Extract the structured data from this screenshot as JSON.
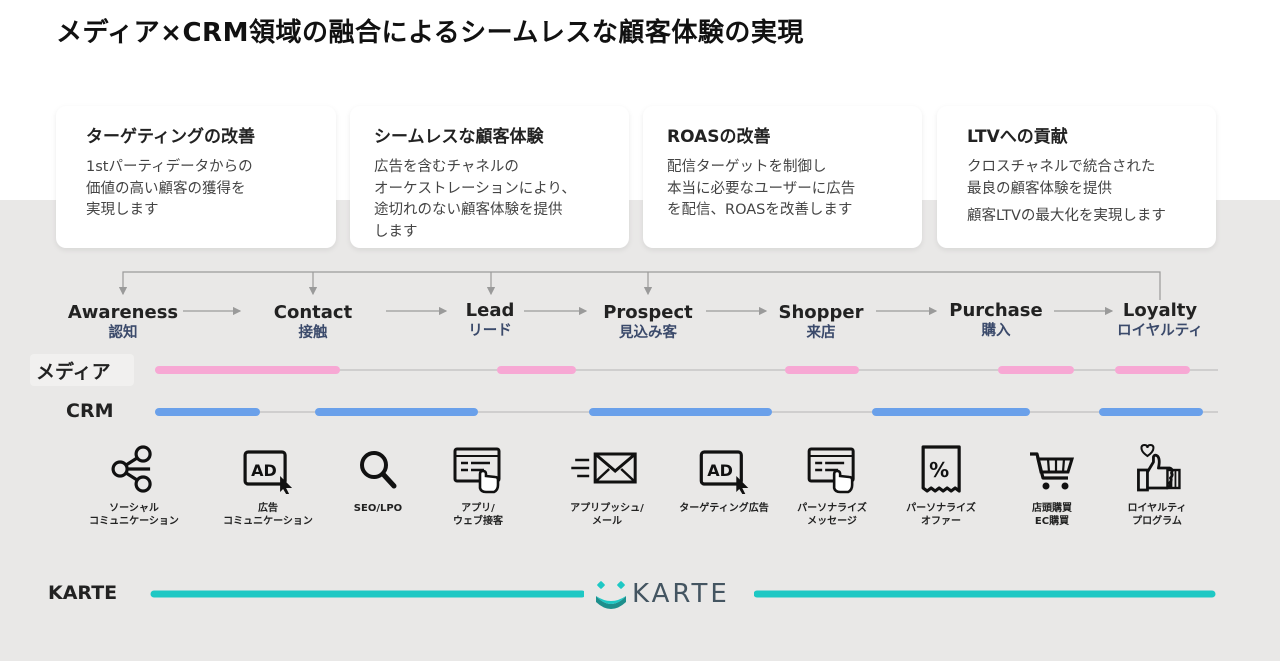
{
  "title": "メディア×CRM領域の融合によるシームレスな顧客体験の実現",
  "cards": [
    {
      "title": "ターゲティングの改善",
      "body": "1stパーティデータからの\n価値の高い顧客の獲得を\n実現します",
      "extra": ""
    },
    {
      "title": "シームレスな顧客体験",
      "body": "広告を含むチャネルの\nオーケストレーションにより、\n途切れのない顧客体験を提供\nします",
      "extra": ""
    },
    {
      "title": "ROASの改善",
      "body": "配信ターゲットを制御し\n本当に必要なユーザーに広告\nを配信、ROASを改善します",
      "extra": ""
    },
    {
      "title": "LTVへの貢献",
      "body": "クロスチャネルで統合された\n最良の顧客体験を提供",
      "extra": "顧客LTVの最大化を実現します"
    }
  ],
  "stages": [
    {
      "en": "Awareness",
      "ja": "認知"
    },
    {
      "en": "Contact",
      "ja": "接触"
    },
    {
      "en": "Lead",
      "ja": "リード"
    },
    {
      "en": "Prospect",
      "ja": "見込み客"
    },
    {
      "en": "Shopper",
      "ja": "来店"
    },
    {
      "en": "Purchase",
      "ja": "購入"
    },
    {
      "en": "Loyalty",
      "ja": "ロイヤルティ"
    }
  ],
  "rows": {
    "media": "メディア",
    "crm": "CRM",
    "karte": "KARTE"
  },
  "colors": {
    "media": "#f7a8d4",
    "crm": "#6aa0ea",
    "karte": "#1ec8c4",
    "arrow": "#9a9a9a"
  },
  "tools": [
    {
      "icon": "share-nodes-icon",
      "label": "ソーシャル\nコミュニケーション"
    },
    {
      "icon": "ad-cursor-icon",
      "label": "広告\nコミュニケーション"
    },
    {
      "icon": "magnifier-icon",
      "label": "SEO/LPO"
    },
    {
      "icon": "app-tap-icon",
      "label": "アプリ/\nウェブ接客"
    },
    {
      "icon": "fast-mail-icon",
      "label": "アプリプッシュ/\nメール"
    },
    {
      "icon": "ad-cursor-icon",
      "label": "ターゲティング広告"
    },
    {
      "icon": "message-tap-icon",
      "label": "パーソナライズ\nメッセージ"
    },
    {
      "icon": "coupon-percent-icon",
      "label": "パーソナライズ\nオファー"
    },
    {
      "icon": "shopping-cart-icon",
      "label": "店頭購買\nEC購買"
    },
    {
      "icon": "thumbs-up-heart-icon",
      "label": "ロイヤルティ\nプログラム"
    }
  ],
  "karte_logo": "KARTE"
}
